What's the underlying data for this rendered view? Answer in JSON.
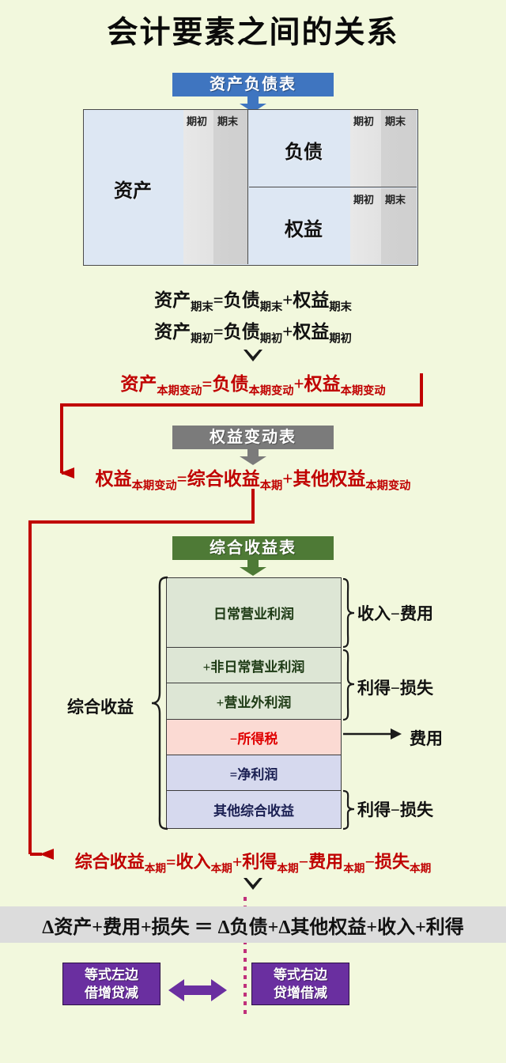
{
  "title": "会计要素之间的关系",
  "colors": {
    "background": "#f2f8dd",
    "banner_blue": "#3f75c0",
    "banner_gray": "#7b7b7b",
    "banner_green": "#4e7a36",
    "red": "#c00000",
    "purple": "#6a2fa0",
    "row_green": "#dde6d5",
    "row_pink": "#fbdad3",
    "row_blue": "#d6d9ee",
    "final_band_gray": "#dcdcdc"
  },
  "balance_sheet": {
    "banner": "资产负债表",
    "assets": {
      "name": "资产",
      "col_begin": "期初",
      "col_end": "期末"
    },
    "liabilities": {
      "name": "负债",
      "col_begin": "期初",
      "col_end": "期末"
    },
    "equity": {
      "name": "权益",
      "col_begin": "期初",
      "col_end": "期末"
    }
  },
  "equations": {
    "ending": {
      "lhs": "资产",
      "lhs_sub": "期末",
      "op1": "=",
      "t1": "负债",
      "t1_sub": "期末",
      "op2": "+",
      "t2": "权益",
      "t2_sub": "期末"
    },
    "beginning": {
      "lhs": "资产",
      "lhs_sub": "期初",
      "op1": "=",
      "t1": "负债",
      "t1_sub": "期初",
      "op2": "+",
      "t2": "权益",
      "t2_sub": "期初"
    },
    "change": {
      "lhs": "资产",
      "lhs_sub": "本期变动",
      "op1": "=",
      "t1": "负债",
      "t1_sub": "本期变动",
      "op2": "+",
      "t2": "权益",
      "t2_sub": "本期变动"
    },
    "equity_change": {
      "lhs": "权益",
      "lhs_sub": "本期变动",
      "op1": "=",
      "t1": "综合收益",
      "t1_sub": "本期",
      "op2": "+",
      "t2": "其他权益",
      "t2_sub": "本期变动"
    },
    "comprehensive_income": {
      "lhs": "综合收益",
      "lhs_sub": "本期",
      "op1": "=",
      "t1": "收入",
      "t1_sub": "本期",
      "op2": "+",
      "t2": "利得",
      "t2_sub": "本期",
      "op3": "−",
      "t3": "费用",
      "t3_sub": "本期",
      "op4": "−",
      "t4": "损失",
      "t4_sub": "本期"
    }
  },
  "equity_statement": {
    "banner": "权益变动表"
  },
  "income_statement": {
    "banner": "综合收益表",
    "bracket_label": "综合收益",
    "rows": [
      {
        "label": "日常营业利润",
        "style": "green"
      },
      {
        "label": "+非日常营业利润",
        "style": "green"
      },
      {
        "label": "+营业外利润",
        "style": "green"
      },
      {
        "label": "−所得税",
        "style": "pink"
      },
      {
        "label": "=净利润",
        "style": "blue"
      },
      {
        "label": "其他综合收益",
        "style": "blue"
      }
    ],
    "annotations": [
      {
        "text": "收入−费用"
      },
      {
        "text": "利得−损失"
      },
      {
        "text": "费用"
      },
      {
        "text": "利得−损失"
      }
    ]
  },
  "final": {
    "equation": "Δ资产+费用+损失 ＝ Δ负债+Δ其他权益+收入+利得",
    "left_box_line1": "等式左边",
    "left_box_line2": "借增贷减",
    "right_box_line1": "等式右边",
    "right_box_line2": "贷增借减"
  }
}
